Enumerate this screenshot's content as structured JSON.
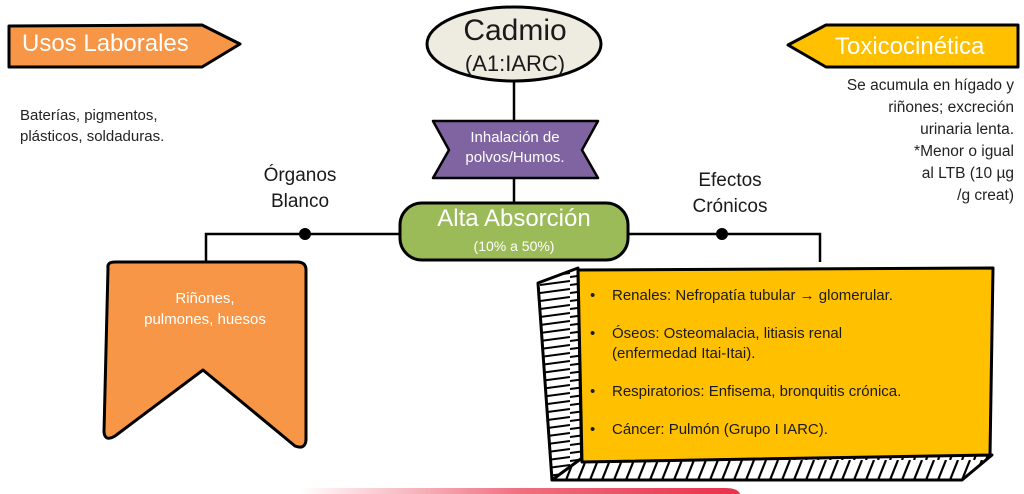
{
  "diagram": {
    "center": {
      "title": "Cadmio",
      "subtitle": "(A1:IARC)"
    },
    "route": {
      "text": "Inhalación de polvos/Humos.",
      "line1": "Inhalación de",
      "line2": "polvos/Humos."
    },
    "absorption": {
      "title": "Alta Absorción",
      "subtitle": "(10% a 50%)"
    },
    "usos_laborales": {
      "label": "Usos Laborales",
      "line1": "Baterías, pigmentos,",
      "line2": "plásticos, soldaduras."
    },
    "toxicocinetica": {
      "label": "Toxicocinética",
      "lines": [
        "Se acumula en hígado y",
        "riñones; excreción",
        "urinaria lenta.",
        "*Menor o igual",
        "al LTB (10 µg",
        "/g creat)"
      ]
    },
    "organos_blanco": {
      "label_line1": "Órganos",
      "label_line2": "Blanco",
      "content_line1": "Riñones,",
      "content_line2": "pulmones, huesos"
    },
    "efectos_cronicos": {
      "label_line1": "Efectos",
      "label_line2": "Crónicos",
      "items": [
        {
          "bullet": "•",
          "lines": [
            "Renales: Nefropatía tubular → glomerular."
          ]
        },
        {
          "bullet": "•",
          "lines": [
            "Óseos: Osteomalacia, litiasis renal",
            "(enfermedad Itai-Itai)."
          ]
        },
        {
          "bullet": "•",
          "lines": [
            "Respiratorios: Enfisema, bronquitis crónica."
          ]
        },
        {
          "bullet": "•",
          "lines": [
            "Cáncer: Pulmón (Grupo I IARC)."
          ]
        }
      ]
    },
    "colors": {
      "orange": "#F79646",
      "yellow": "#FFC000",
      "purple": "#8064A2",
      "green": "#9BBB59",
      "cream": "#EEECE1",
      "red_accent": "#E8314A"
    }
  }
}
